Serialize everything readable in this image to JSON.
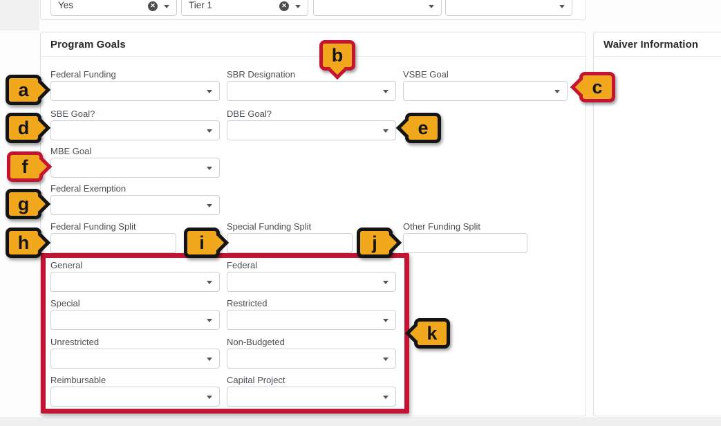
{
  "colors": {
    "accent_gold": "#F2A81C",
    "accent_red": "#C41434",
    "accent_black": "#141414"
  },
  "top_filters": {
    "items": [
      {
        "value": "Yes",
        "clearable": true
      },
      {
        "value": "Tier 1",
        "clearable": true
      },
      {
        "value": "",
        "clearable": false
      },
      {
        "value": "",
        "clearable": false
      }
    ]
  },
  "program_goals": {
    "title": "Program Goals",
    "fields": [
      {
        "label": "Federal Funding",
        "type": "select",
        "value": ""
      },
      {
        "label": "SBR Designation",
        "type": "select",
        "value": ""
      },
      {
        "label": "VSBE Goal",
        "type": "select",
        "value": ""
      },
      {
        "label": "SBE Goal?",
        "type": "select",
        "value": ""
      },
      {
        "label": "DBE Goal?",
        "type": "select",
        "value": ""
      },
      {
        "label": "MBE Goal",
        "type": "select",
        "value": ""
      },
      {
        "label": "Federal Exemption",
        "type": "select",
        "value": ""
      },
      {
        "label": "Federal Funding Split",
        "type": "text",
        "value": ""
      },
      {
        "label": "Special Funding Split",
        "type": "text",
        "value": ""
      },
      {
        "label": "Other Funding Split",
        "type": "text",
        "value": ""
      }
    ],
    "fund_group": {
      "fields": [
        {
          "label": "General",
          "type": "select",
          "value": ""
        },
        {
          "label": "Federal",
          "type": "select",
          "value": ""
        },
        {
          "label": "Special",
          "type": "select",
          "value": ""
        },
        {
          "label": "Restricted",
          "type": "select",
          "value": ""
        },
        {
          "label": "Unrestricted",
          "type": "select",
          "value": ""
        },
        {
          "label": "Non-Budgeted",
          "type": "select",
          "value": ""
        },
        {
          "label": "Reimbursable",
          "type": "select",
          "value": ""
        },
        {
          "label": "Capital Project",
          "type": "select",
          "value": ""
        }
      ]
    }
  },
  "waiver_panel": {
    "title": "Waiver Information"
  },
  "annotations": {
    "items": [
      {
        "letter": "a",
        "border": "black",
        "arrow": "right"
      },
      {
        "letter": "b",
        "border": "red",
        "arrow": "down"
      },
      {
        "letter": "c",
        "border": "red",
        "arrow": "left"
      },
      {
        "letter": "d",
        "border": "black",
        "arrow": "right"
      },
      {
        "letter": "e",
        "border": "black",
        "arrow": "left"
      },
      {
        "letter": "f",
        "border": "red",
        "arrow": "right"
      },
      {
        "letter": "g",
        "border": "black",
        "arrow": "right"
      },
      {
        "letter": "h",
        "border": "black",
        "arrow": "right"
      },
      {
        "letter": "i",
        "border": "black",
        "arrow": "right"
      },
      {
        "letter": "j",
        "border": "black",
        "arrow": "right"
      },
      {
        "letter": "k",
        "border": "black",
        "arrow": "left"
      }
    ]
  }
}
